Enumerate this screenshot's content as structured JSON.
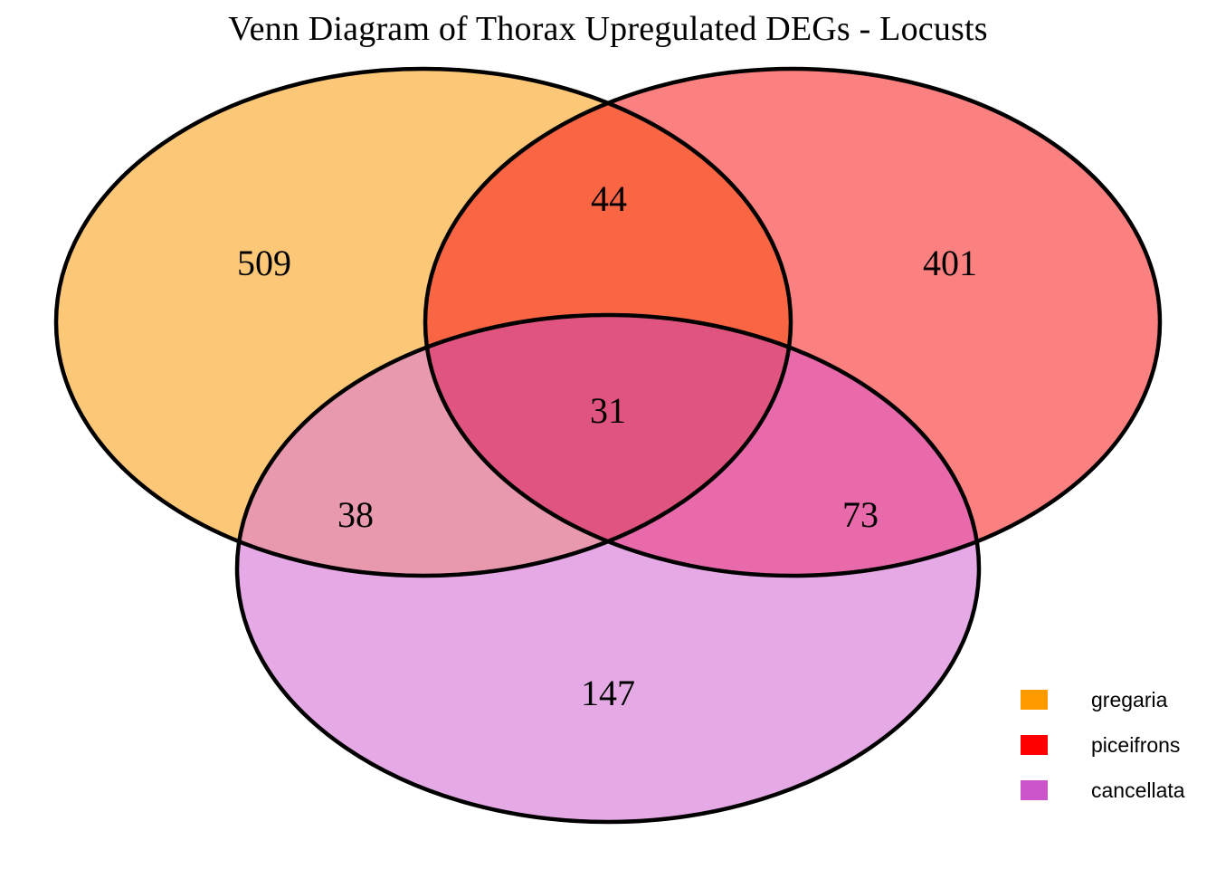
{
  "title": "Venn Diagram of Thorax Upregulated DEGs - Locusts",
  "legend": {
    "items": [
      {
        "label": "gregaria",
        "color": "#FF9900",
        "swatch_name": "legend-swatch-gregaria"
      },
      {
        "label": "piceifrons",
        "color": "#FF0000",
        "swatch_name": "legend-swatch-piceifrons"
      },
      {
        "label": "cancellata",
        "color": "#CC55CC",
        "swatch_name": "legend-swatch-cancellata"
      }
    ]
  },
  "sets": {
    "gregaria": {
      "label": "gregaria",
      "fill": "#FCC878",
      "stroke": "#000000"
    },
    "piceifrons": {
      "label": "piceifrons",
      "fill": "#FB8080",
      "stroke": "#000000"
    },
    "cancellata": {
      "label": "cancellata",
      "fill": "#E5AAE5",
      "stroke": "#000000"
    }
  },
  "chart_data": {
    "type": "venn",
    "title": "Venn Diagram of Thorax Upregulated DEGs - Locusts",
    "sets": [
      "gregaria",
      "piceifrons",
      "cancellata"
    ],
    "set_colors": [
      "#FF9900",
      "#FF0000",
      "#CC55CC"
    ],
    "regions": [
      {
        "key": "gregaria_only",
        "sets": [
          "gregaria"
        ],
        "value": 509,
        "label": "509",
        "fill": "#FCC878"
      },
      {
        "key": "piceifrons_only",
        "sets": [
          "piceifrons"
        ],
        "value": 401,
        "label": "401",
        "fill": "#FB8080"
      },
      {
        "key": "cancellata_only",
        "sets": [
          "cancellata"
        ],
        "value": 147,
        "label": "147",
        "fill": "#E5AAE5"
      },
      {
        "key": "gregaria_piceifrons",
        "sets": [
          "gregaria",
          "piceifrons"
        ],
        "value": 44,
        "label": "44",
        "fill": "#FA6644"
      },
      {
        "key": "gregaria_cancellata",
        "sets": [
          "gregaria",
          "cancellata"
        ],
        "value": 38,
        "label": "38",
        "fill": "#E899AE"
      },
      {
        "key": "piceifrons_cancellata",
        "sets": [
          "piceifrons",
          "cancellata"
        ],
        "value": 73,
        "label": "73",
        "fill": "#E86AAA"
      },
      {
        "key": "all_three",
        "sets": [
          "gregaria",
          "piceifrons",
          "cancellata"
        ],
        "value": 31,
        "label": "31",
        "fill": "#E05580"
      }
    ],
    "legend_position": "bottom-right",
    "grid": false
  },
  "counts": {
    "gregaria_only": "509",
    "piceifrons_only": "401",
    "cancellata_only": "147",
    "gregaria_piceifrons": "44",
    "gregaria_cancellata": "38",
    "piceifrons_cancellata": "73",
    "all_three": "31"
  }
}
